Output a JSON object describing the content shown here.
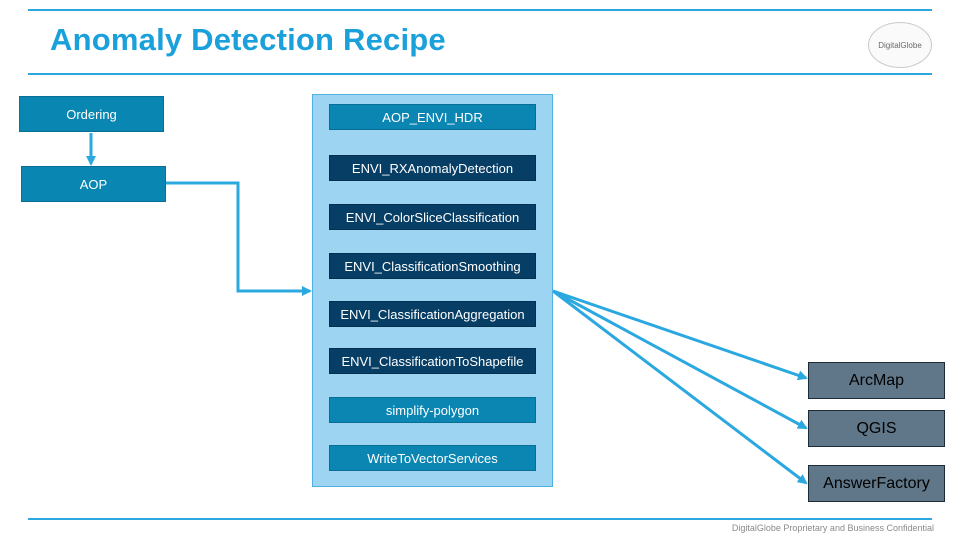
{
  "title": "Anomaly Detection Recipe",
  "logo_text": "DigitalGlobe",
  "footer": "DigitalGlobe Proprietary and Business Confidential",
  "sources": [
    "Ordering",
    "AOP"
  ],
  "pipeline": [
    "AOP_ENVI_HDR",
    "ENVI_RXAnomalyDetection",
    "ENVI_ColorSliceClassification",
    "ENVI_ClassificationSmoothing",
    "ENVI_ClassificationAggregation",
    "ENVI_ClassificationToShapefile",
    "simplify-polygon",
    "WriteToVectorServices"
  ],
  "outputs": [
    "ArcMap",
    "QGIS",
    "AnswerFactory"
  ],
  "colors": {
    "accent": "#1aa0db",
    "connector": "#2aa8df",
    "step": "#0b86b3",
    "step_dark": "#063e66",
    "panel": "#9dd4f2",
    "output": "#5f7789"
  }
}
